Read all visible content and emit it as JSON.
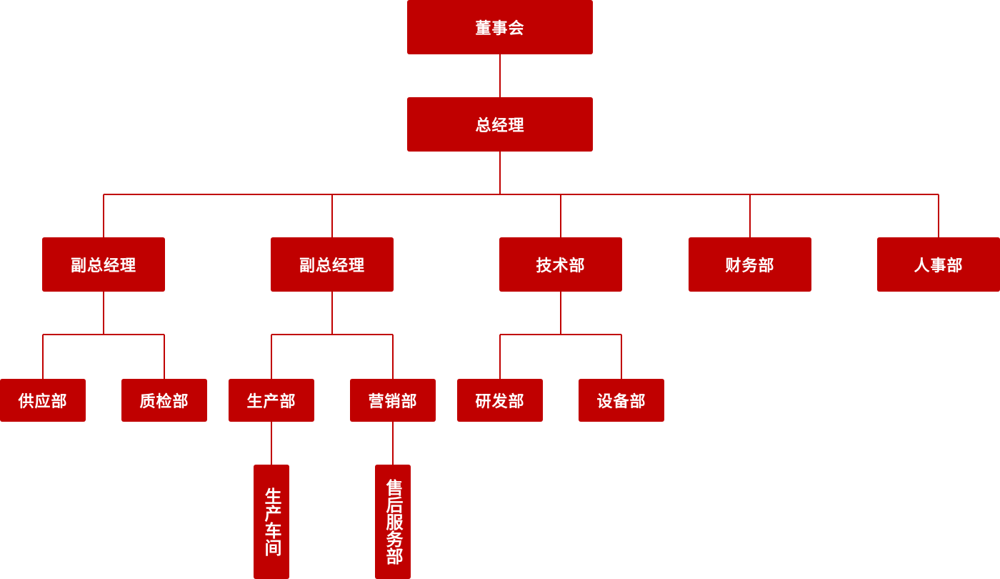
{
  "colors": {
    "node_fill": "#c00000",
    "node_text": "#ffffff",
    "connector": "#c00000"
  },
  "org": {
    "board": "董事会",
    "general_manager": "总经理",
    "deputy_gm_1": "副总经理",
    "deputy_gm_2": "副总经理",
    "tech_dept": "技术部",
    "finance_dept": "财务部",
    "hr_dept": "人事部",
    "supply_dept": "供应部",
    "quality_dept": "质检部",
    "production_dept": "生产部",
    "marketing_dept": "营销部",
    "rnd_dept": "研发部",
    "equipment_dept": "设备部",
    "production_workshop": "生产车间",
    "after_sales_dept": "售后服务部"
  }
}
